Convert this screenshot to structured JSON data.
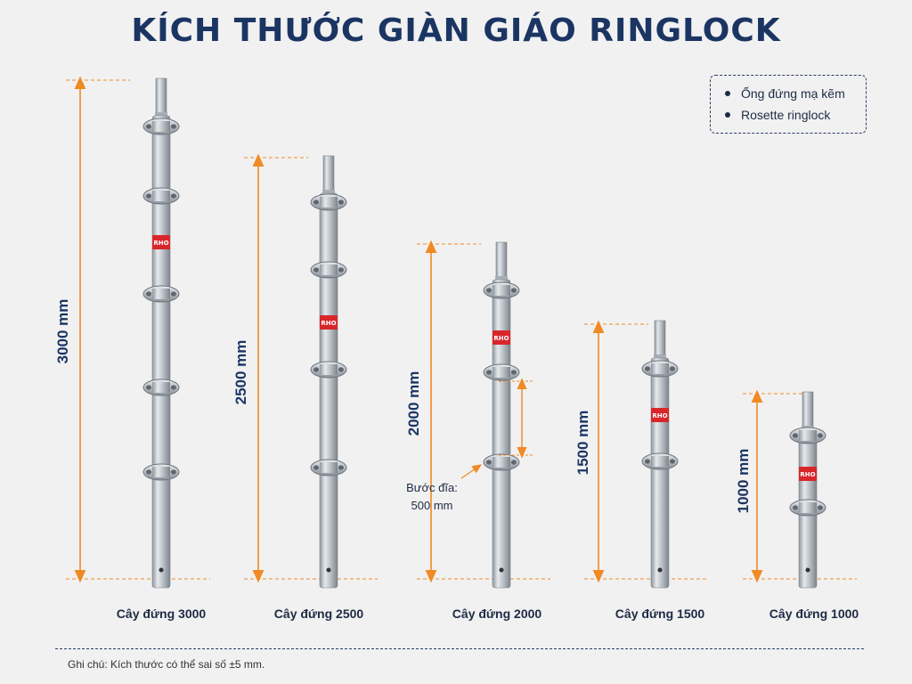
{
  "title": "KÍCH THƯỚC GIÀN GIÁO RINGLOCK",
  "legend": {
    "items": [
      {
        "label": "Ống đứng mạ kẽm"
      },
      {
        "label": "Rosette ringlock"
      }
    ]
  },
  "posts": [
    {
      "caption": "Cây đứng 3000",
      "dimension": "3000 mm",
      "length_mm": 3000,
      "rosettes": 5
    },
    {
      "caption": "Cây đứng 2500",
      "dimension": "2500 mm",
      "length_mm": 2500,
      "rosettes": 4
    },
    {
      "caption": "Cây đứng 2000",
      "dimension": "2000 mm",
      "length_mm": 2000,
      "rosettes": 3
    },
    {
      "caption": "Cây đứng 1500",
      "dimension": "1500 mm",
      "length_mm": 1500,
      "rosettes": 2
    },
    {
      "caption": "Cây đứng 1000",
      "dimension": "1000 mm",
      "length_mm": 1000,
      "rosettes": 2
    }
  ],
  "pitch_label": {
    "line1": "Bước đĩa:",
    "line2": "500 mm"
  },
  "band_text": "RHO",
  "note": "Ghi chú: Kích thước có thể sai số ±5 mm.",
  "colors": {
    "title": "#1b3563",
    "dimension": "#f08a24",
    "steel": "#c9cdd2",
    "band": "#d8262b"
  },
  "icons": [
    "bullet-dot-icon",
    "arrow-icon"
  ]
}
